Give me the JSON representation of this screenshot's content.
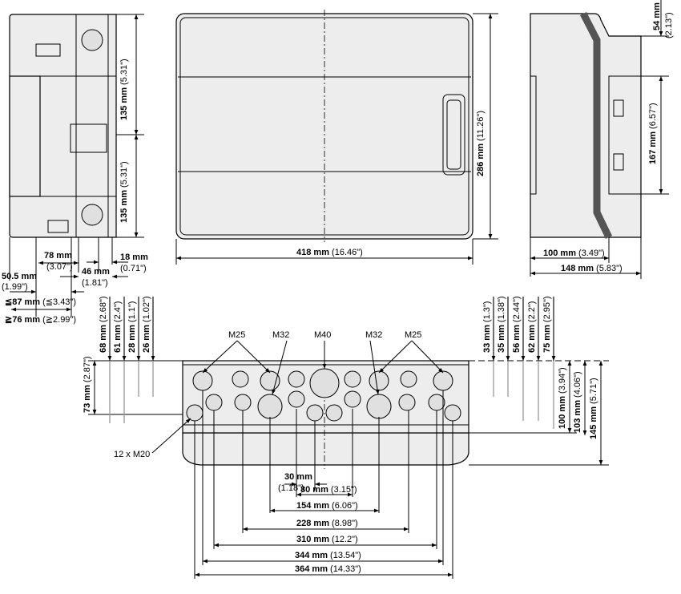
{
  "side_left": {
    "upper_height": {
      "mm": "135 mm",
      "inch": "(5.31\")"
    },
    "lower_height": {
      "mm": "135 mm",
      "inch": "(5.31\")"
    },
    "depth_78": {
      "mm": "78 mm",
      "inch": "(3.07\")"
    },
    "depth_18": {
      "mm": "18 mm",
      "inch": "(0.71\")"
    },
    "depth_46": {
      "mm": "46 mm",
      "inch": "(1.81\")"
    },
    "depth_50_5": {
      "mm": "50.5 mm",
      "inch": "(1.99\")"
    },
    "depth_max": {
      "mm": "≦87 mm",
      "inch": "(≦3.43\")"
    },
    "depth_min": {
      "mm": "≧76 mm",
      "inch": "(≧2.99\")"
    }
  },
  "front": {
    "height": {
      "mm": "286 mm",
      "inch": "(11.26\")"
    },
    "width": {
      "mm": "418 mm",
      "inch": "(16.46\")"
    }
  },
  "side_right": {
    "top": {
      "mm": "54 mm",
      "inch": "(2.13\")"
    },
    "rail": {
      "mm": "167 mm",
      "inch": "(6.57\")"
    },
    "depth_100": {
      "mm": "100 mm",
      "inch": "(3.49\")"
    },
    "depth_148": {
      "mm": "148 mm",
      "inch": "(5.83\")"
    }
  },
  "bottom": {
    "knockouts": {
      "m25_left": "M25",
      "m32_left": "M32",
      "m40": "M40",
      "m32_right": "M32",
      "m25_right": "M25",
      "m20": "12 x M20"
    },
    "left": [
      {
        "mm": "68 mm",
        "inch": "(2.68\")"
      },
      {
        "mm": "61 mm",
        "inch": "(2.4\")"
      },
      {
        "mm": "28 mm",
        "inch": "(1.1\")"
      },
      {
        "mm": "26 mm",
        "inch": "(1.02\")"
      },
      {
        "mm": "73 mm",
        "inch": "(2.87\")"
      }
    ],
    "right": [
      {
        "mm": "33 mm",
        "inch": "(1.3\")"
      },
      {
        "mm": "35 mm",
        "inch": "(1.38\")"
      },
      {
        "mm": "56 mm",
        "inch": "(2.44\")"
      },
      {
        "mm": "62 mm",
        "inch": "(2.2\")"
      },
      {
        "mm": "75 mm",
        "inch": "(2.95\")"
      },
      {
        "mm": "100 mm",
        "inch": "(3.94\")"
      },
      {
        "mm": "103 mm",
        "inch": "(4.06\")"
      },
      {
        "mm": "145 mm",
        "inch": "(5.71\")"
      }
    ],
    "horizontal": [
      {
        "mm": "30 mm",
        "inch": "(1.18\")"
      },
      {
        "mm": "80 mm",
        "inch": "(3.15\")"
      },
      {
        "mm": "154 mm",
        "inch": "(6.06\")"
      },
      {
        "mm": "228 mm",
        "inch": "(8.98\")"
      },
      {
        "mm": "310 mm",
        "inch": "(12.2\")"
      },
      {
        "mm": "344 mm",
        "inch": "(13.54\")"
      },
      {
        "mm": "364 mm",
        "inch": "(14.33\")"
      }
    ]
  }
}
